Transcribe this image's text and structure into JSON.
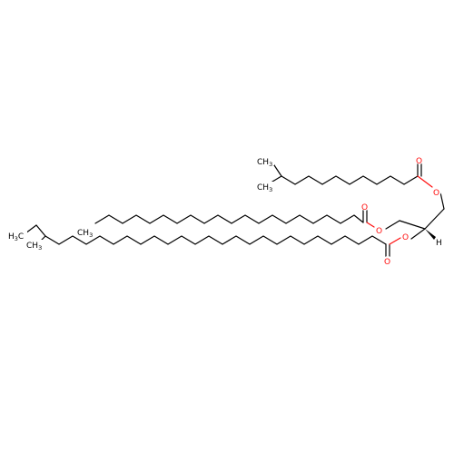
{
  "atoms": {
    "oxygen": "O",
    "hydrogen": "H",
    "methyl_c": "CH",
    "methyl_sub": "3",
    "left_h": "H",
    "left_c": "C",
    "left_sub": "3"
  },
  "colors": {
    "bond": "#000000",
    "oxygen": "#ff0d0d",
    "background": "#ffffff"
  }
}
